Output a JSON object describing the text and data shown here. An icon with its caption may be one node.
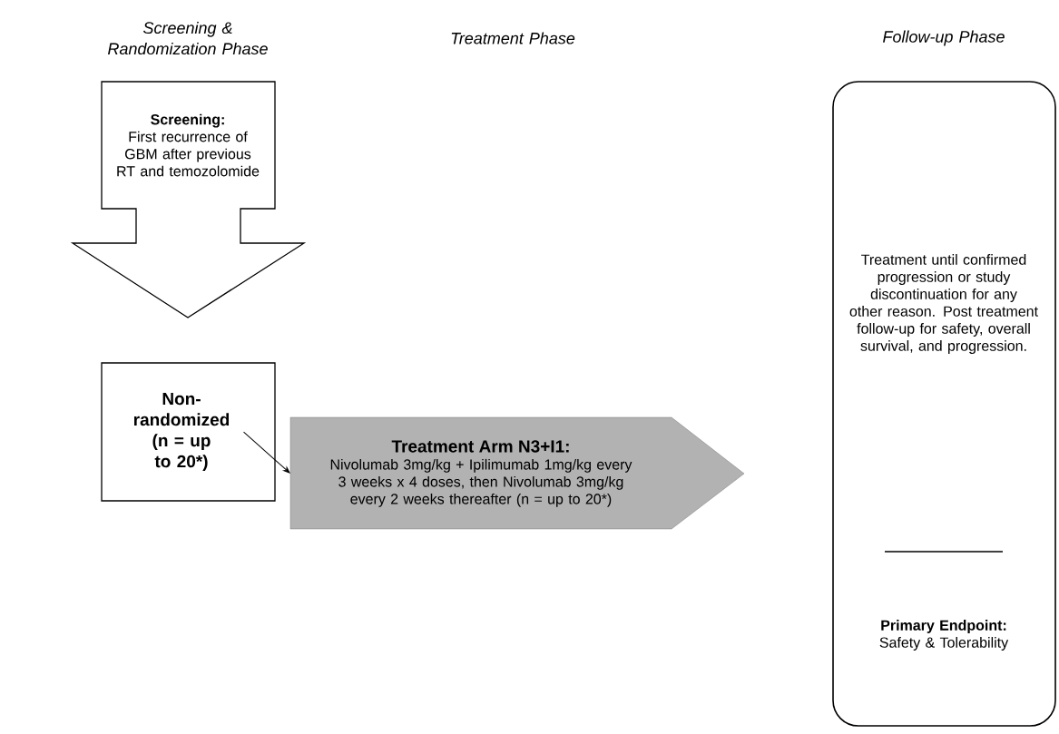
{
  "diagram": {
    "nodes": [
      {
        "text": [
          "Screening:",
          "First recurrence of GBM after previous RT and temozolomide"
        ]
      },
      {
        "text": [
          "Non-randomized (n = up to 20*)"
        ]
      },
      {
        "text": [
          "Treatment Arm N3+I1:",
          "Nivolumab 3mg/kg + Ipilimumab 1mg/kg every 3 weeks x 4 doses, then Nivolumab 3mg/kg every 2 weeks thereafter (n = up to 20*)"
        ]
      },
      {
        "text": [
          "Treatment until confirmed progression or study discontinuation for any other reason. Post treatment follow-up for safety, overall survival, and progression.",
          "Primary Endpoint:",
          "Safety & Tolerability"
        ]
      }
    ],
    "edges": [
      {
        "from": 1,
        "to": 2,
        "arrow": "to"
      }
    ],
    "labels": [
      "Screening & Randomization Phase",
      "Treatment Phase",
      "Follow-up Phase"
    ]
  }
}
